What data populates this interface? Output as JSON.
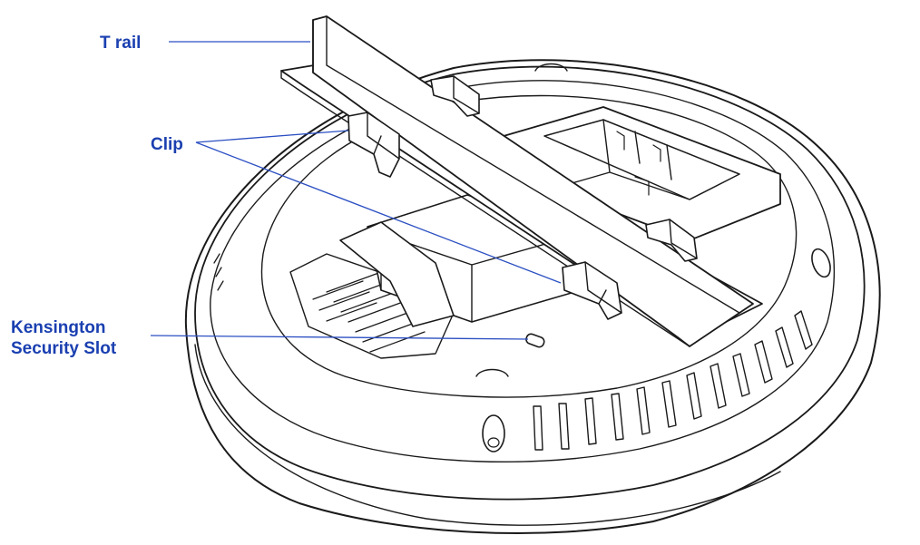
{
  "callouts": {
    "trail": "T rail",
    "clip": "Clip",
    "kensington_line1": "Kensington",
    "kensington_line2": "Security Slot"
  },
  "colors": {
    "label": "#1a3fb0",
    "leader_line": "#2b4fc2",
    "drawing_line": "#1a1a1a"
  }
}
